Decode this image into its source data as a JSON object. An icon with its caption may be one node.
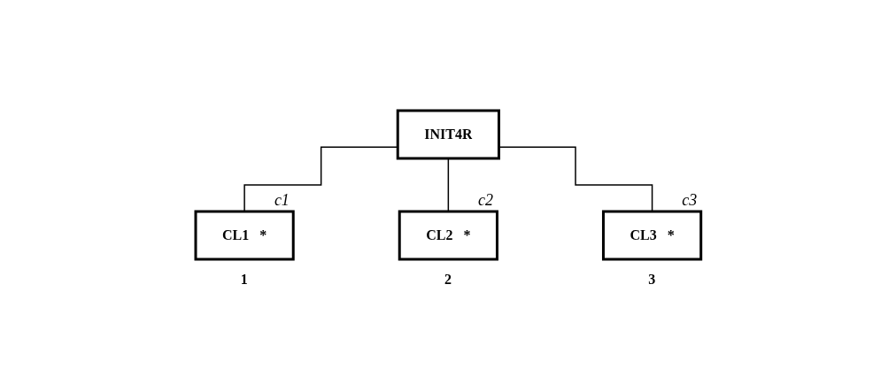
{
  "diagram": {
    "nodes": [
      {
        "text": [
          "INIT4R"
        ]
      },
      {
        "text": [
          "CL1",
          "*"
        ],
        "beside": [
          "c1",
          "1"
        ]
      },
      {
        "text": [
          "CL2",
          "*"
        ],
        "beside": [
          "c2",
          "2"
        ]
      },
      {
        "text": [
          "CL3",
          "*"
        ],
        "beside": [
          "c3",
          "3"
        ]
      }
    ],
    "edges": [
      {
        "from": 0,
        "to": 1,
        "arrow": "none"
      },
      {
        "from": 0,
        "to": 2,
        "arrow": "none"
      },
      {
        "from": 0,
        "to": 3,
        "arrow": "none"
      }
    ]
  }
}
